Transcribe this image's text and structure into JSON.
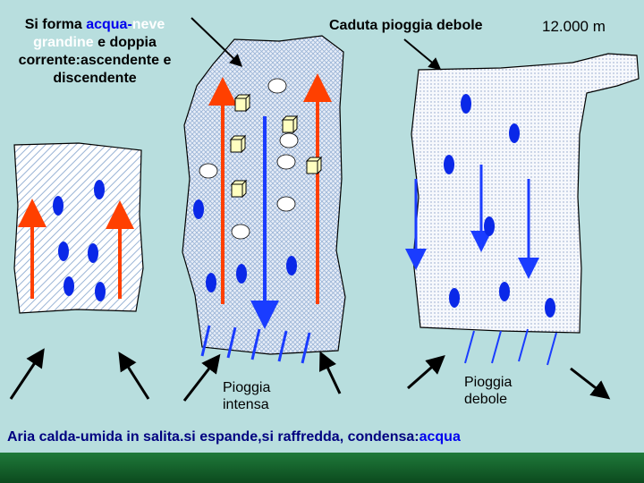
{
  "title": {
    "part1": "Si forma ",
    "acqua": "acqua",
    "dash": "-",
    "neve": "neve",
    "grandine": "grandine",
    "part2": " e doppia",
    "line3": "corrente:ascendente e",
    "line4": "discendente"
  },
  "labels": {
    "caduta": "Caduta pioggia debole",
    "altitude": "12.000 m",
    "intensa_1": "Pioggia",
    "intensa_2": "intensa",
    "debole_1": "Pioggia",
    "debole_2": "debole"
  },
  "caption": {
    "main": "Aria calda-umida in salita.si espande,si  raffredda, condensa:",
    "acqua": "acqua"
  },
  "colors": {
    "background": "#b8dede",
    "updraft": "#ff4000",
    "downdraft": "#1a3cff",
    "drop": "#0a28e8",
    "hail": "#ffffc0",
    "footer": "#0c4a1e"
  }
}
